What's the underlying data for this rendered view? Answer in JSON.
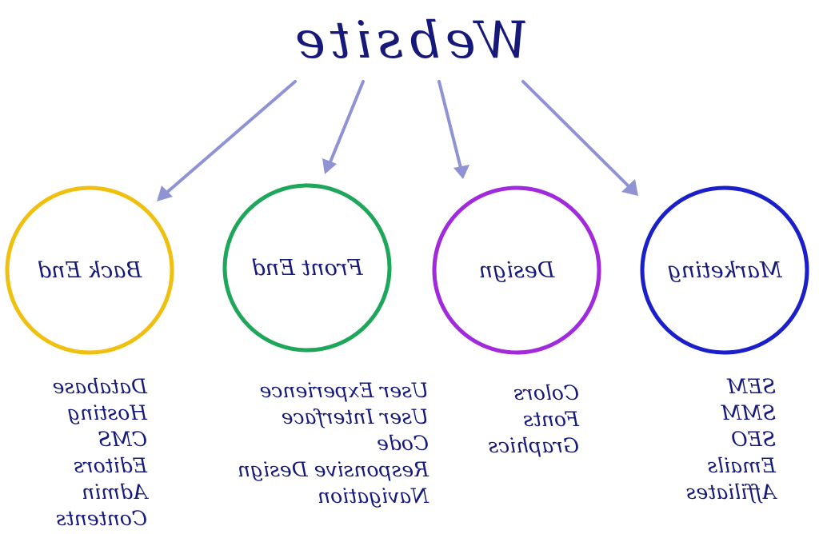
{
  "title": "Website",
  "colors": {
    "text": "#16187a",
    "arrow": "#8f93d4"
  },
  "nodes": [
    {
      "label": "Marketing",
      "color": "#1a1fc9",
      "items": [
        "SEM",
        "SMM",
        "SEO",
        "Emails",
        "Affiliates"
      ]
    },
    {
      "label": "Design",
      "color": "#a12bdc",
      "items": [
        "Colors",
        "Fonts",
        "Graphics"
      ]
    },
    {
      "label": "Front End",
      "color": "#1ea65a",
      "items": [
        "User Experience",
        "User Interface",
        "Code",
        "Responsive Design",
        "Navigation"
      ]
    },
    {
      "label": "Back End",
      "color": "#f0c010",
      "items": [
        "Database",
        "Hosting",
        "CMS",
        "Editors",
        "Admin",
        "Contents"
      ]
    }
  ]
}
